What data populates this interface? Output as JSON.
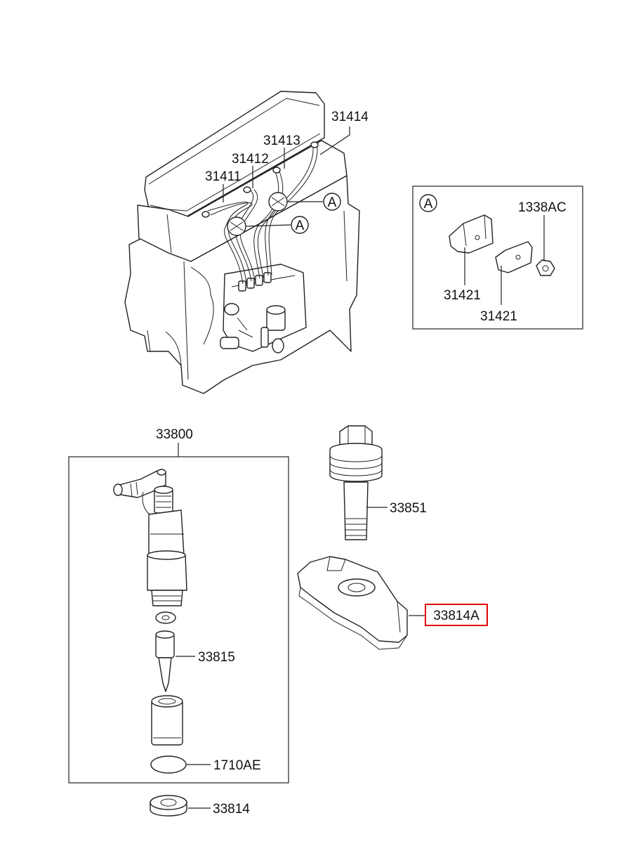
{
  "labels": {
    "p31411": "31411",
    "p31412": "31412",
    "p31413": "31413",
    "p31414": "31414",
    "calloutA1": "A",
    "calloutA2": "A",
    "detailA": "A",
    "p1338AC": "1338AC",
    "p31421a": "31421",
    "p31421b": "31421",
    "p33800": "33800",
    "p33851": "33851",
    "p33814A": "33814A",
    "p33815": "33815",
    "p1710AE": "1710AE",
    "p33814": "33814"
  },
  "highlight_color": "#e00000"
}
